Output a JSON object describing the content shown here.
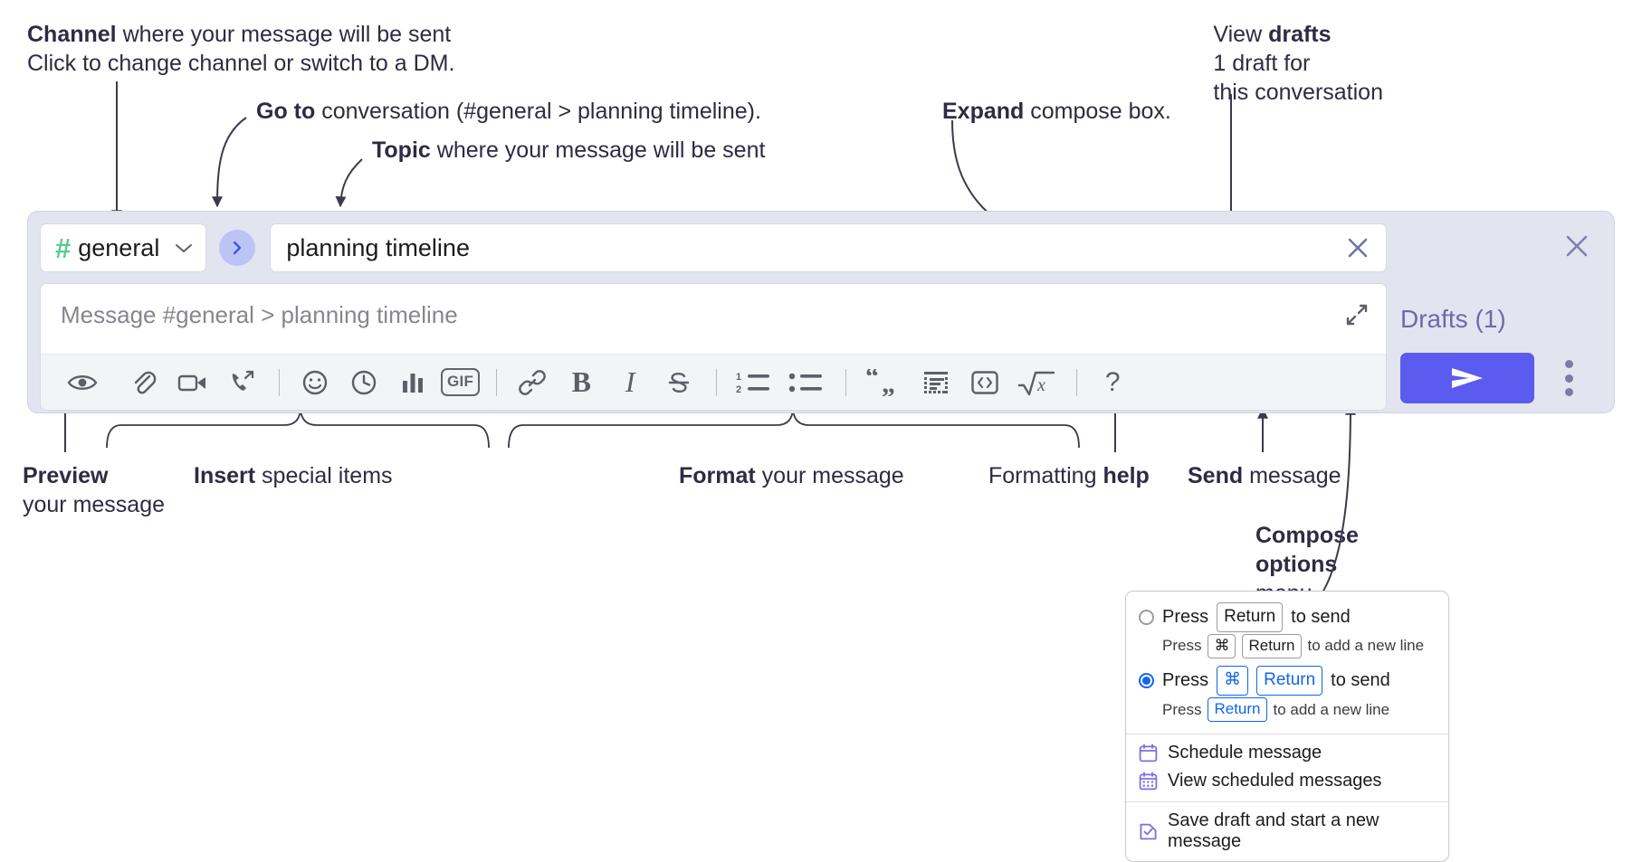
{
  "annotations": {
    "channel": {
      "line1_bold": "Channel",
      "line1_rest": " where your message will be sent",
      "line2": "Click to change channel or switch to a DM."
    },
    "goto": {
      "bold": "Go to",
      "rest": " conversation (#general > planning timeline)."
    },
    "topic": {
      "bold": "Topic",
      "rest": " where your message will be sent"
    },
    "expand": {
      "bold": "Expand",
      "rest": " compose box."
    },
    "drafts": {
      "line1_rest": "View ",
      "line1_bold": "drafts",
      "line2": "1 draft for",
      "line3": "this conversation"
    },
    "preview": {
      "bold": "Preview",
      "line2": "your message"
    },
    "insert": {
      "bold": "Insert",
      "rest": " special items"
    },
    "format": {
      "bold": "Format",
      "rest": " your message"
    },
    "formatting_help": {
      "rest": "Formatting ",
      "bold": "help"
    },
    "send": {
      "bold": "Send",
      "rest": " message"
    },
    "compose_options": {
      "line1": "Compose",
      "line2": "options",
      "line3": "menu"
    }
  },
  "compose": {
    "channel_name": "general",
    "channel_hash": "#",
    "topic_value": "planning timeline",
    "message_placeholder": "Message #general > planning timeline",
    "drafts_label": "Drafts (1)",
    "icons": {
      "chevron_down": "chevron-down-icon",
      "go_to": "go-to-conversation-icon",
      "topic_clear": "clear-topic-icon",
      "expand": "expand-compose-icon",
      "panel_close": "close-panel-icon",
      "send": "send-icon",
      "kebab": "compose-options-icon"
    },
    "toolbar": [
      {
        "name": "preview-icon",
        "label": "Preview"
      },
      {
        "name": "attachment-icon",
        "label": "Attach file"
      },
      {
        "name": "video-icon",
        "label": "Video clip"
      },
      {
        "name": "audio-call-icon",
        "label": "Audio clip"
      },
      {
        "name": "separator",
        "label": ""
      },
      {
        "name": "emoji-icon",
        "label": "Emoji"
      },
      {
        "name": "clock-icon",
        "label": "Reminder"
      },
      {
        "name": "poll-icon",
        "label": "Poll"
      },
      {
        "name": "gif-icon",
        "label": "GIF"
      },
      {
        "name": "separator",
        "label": ""
      },
      {
        "name": "link-icon",
        "label": "Link"
      },
      {
        "name": "bold-icon",
        "label": "B"
      },
      {
        "name": "italic-icon",
        "label": "I"
      },
      {
        "name": "strikethrough-icon",
        "label": "Strikethrough"
      },
      {
        "name": "separator",
        "label": ""
      },
      {
        "name": "ordered-list-icon",
        "label": "Ordered list"
      },
      {
        "name": "bullet-list-icon",
        "label": "Bulleted list"
      },
      {
        "name": "separator",
        "label": ""
      },
      {
        "name": "blockquote-icon",
        "label": "Blockquote"
      },
      {
        "name": "code-block-icon",
        "label": "Code block"
      },
      {
        "name": "inline-code-icon",
        "label": "Code"
      },
      {
        "name": "math-icon",
        "label": "Math"
      },
      {
        "name": "separator",
        "label": ""
      },
      {
        "name": "help-icon",
        "label": "?"
      }
    ]
  },
  "menu": {
    "options": [
      {
        "selected": false,
        "main_pre": "Press",
        "main_key": "Return",
        "main_post": "to send",
        "sub_pre": "Press",
        "sub_key1": "⌘",
        "sub_key2": "Return",
        "sub_post": "to add a new line"
      },
      {
        "selected": true,
        "main_pre": "Press",
        "main_key1": "⌘",
        "main_key2": "Return",
        "main_post": "to send",
        "sub_pre": "Press",
        "sub_key": "Return",
        "sub_post": "to add a new line"
      }
    ],
    "items": [
      {
        "icon": "calendar-icon",
        "label": "Schedule message"
      },
      {
        "icon": "calendar-grid-icon",
        "label": "View scheduled messages"
      },
      {
        "icon": "save-draft-icon",
        "label": "Save draft and start a new message"
      }
    ]
  },
  "colors": {
    "accent_send": "#5b5bf0",
    "panel_bg": "#e2e4f0",
    "hash_green": "#5bc98f",
    "go_bg": "#bcc4f5",
    "drafts_text": "#6b6ba8",
    "radio_blue": "#1264f0",
    "menu_icon_purple": "#7b6fe0"
  }
}
